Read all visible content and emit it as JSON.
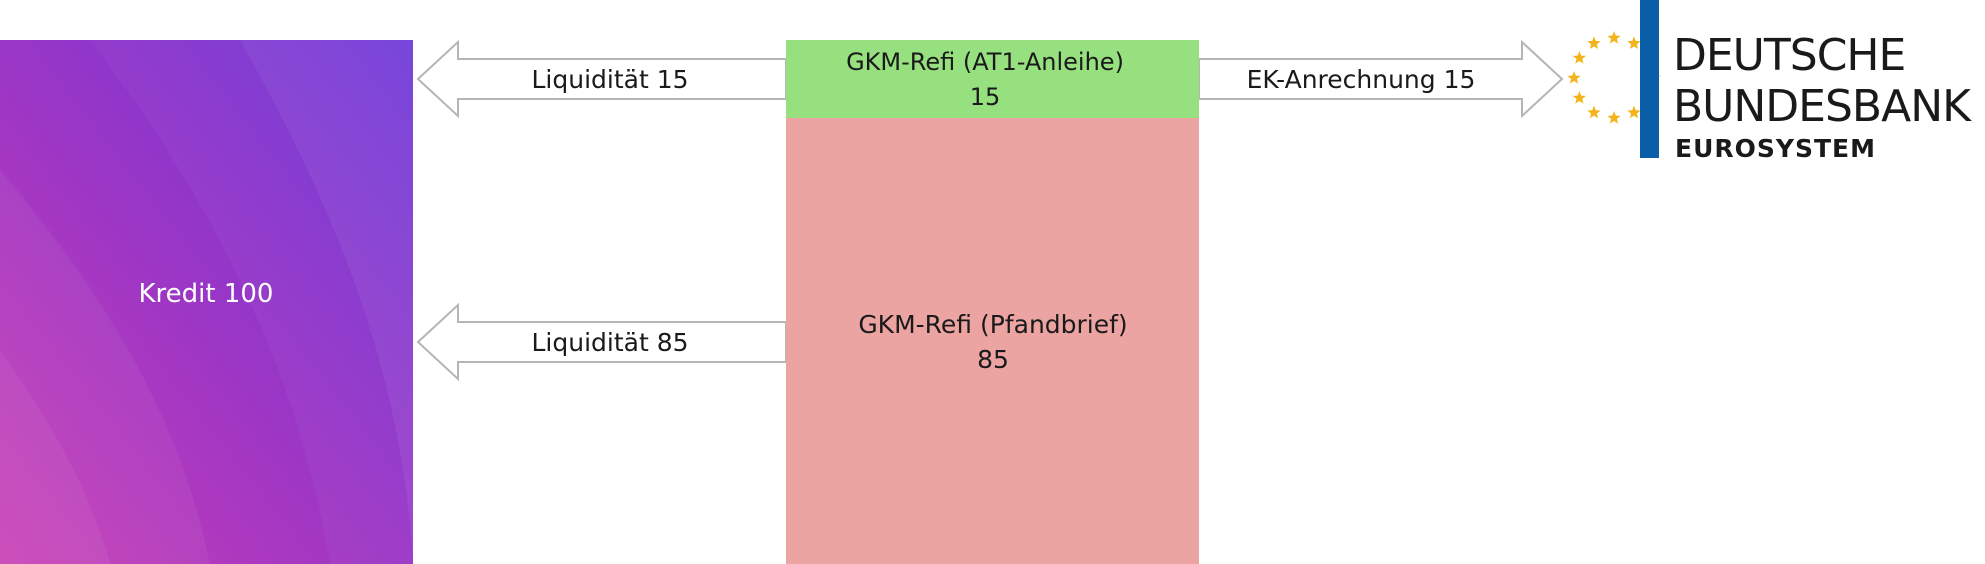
{
  "diagram": {
    "credit_block": {
      "label": "Kredit 100"
    },
    "refi_at1": {
      "line1": "GKM-Refi (AT1-Anleihe)",
      "line2": "15"
    },
    "refi_pfandbrief": {
      "line1": "GKM-Refi (Pfandbrief)",
      "line2": "85"
    },
    "arrows": {
      "liquidity_top": "Liquidität 15",
      "liquidity_bottom": "Liquidität 85",
      "equity_credit": "EK-Anrechnung 15"
    }
  },
  "logo": {
    "name_line1": "DEUTSCHE",
    "name_line2": "BUNDESBANK",
    "name_line3": "EUROSYSTEM",
    "icon": "euro-stars-icon"
  },
  "colors": {
    "credit_gradient_start": "#c03bb0",
    "credit_gradient_end": "#6a33d6",
    "at1_fill": "#97e07f",
    "pfandbrief_fill": "#eba4a2",
    "arrow_stroke": "#b5b5b5",
    "logo_blue": "#0a5ea8",
    "star_gold": "#f2b31b"
  }
}
